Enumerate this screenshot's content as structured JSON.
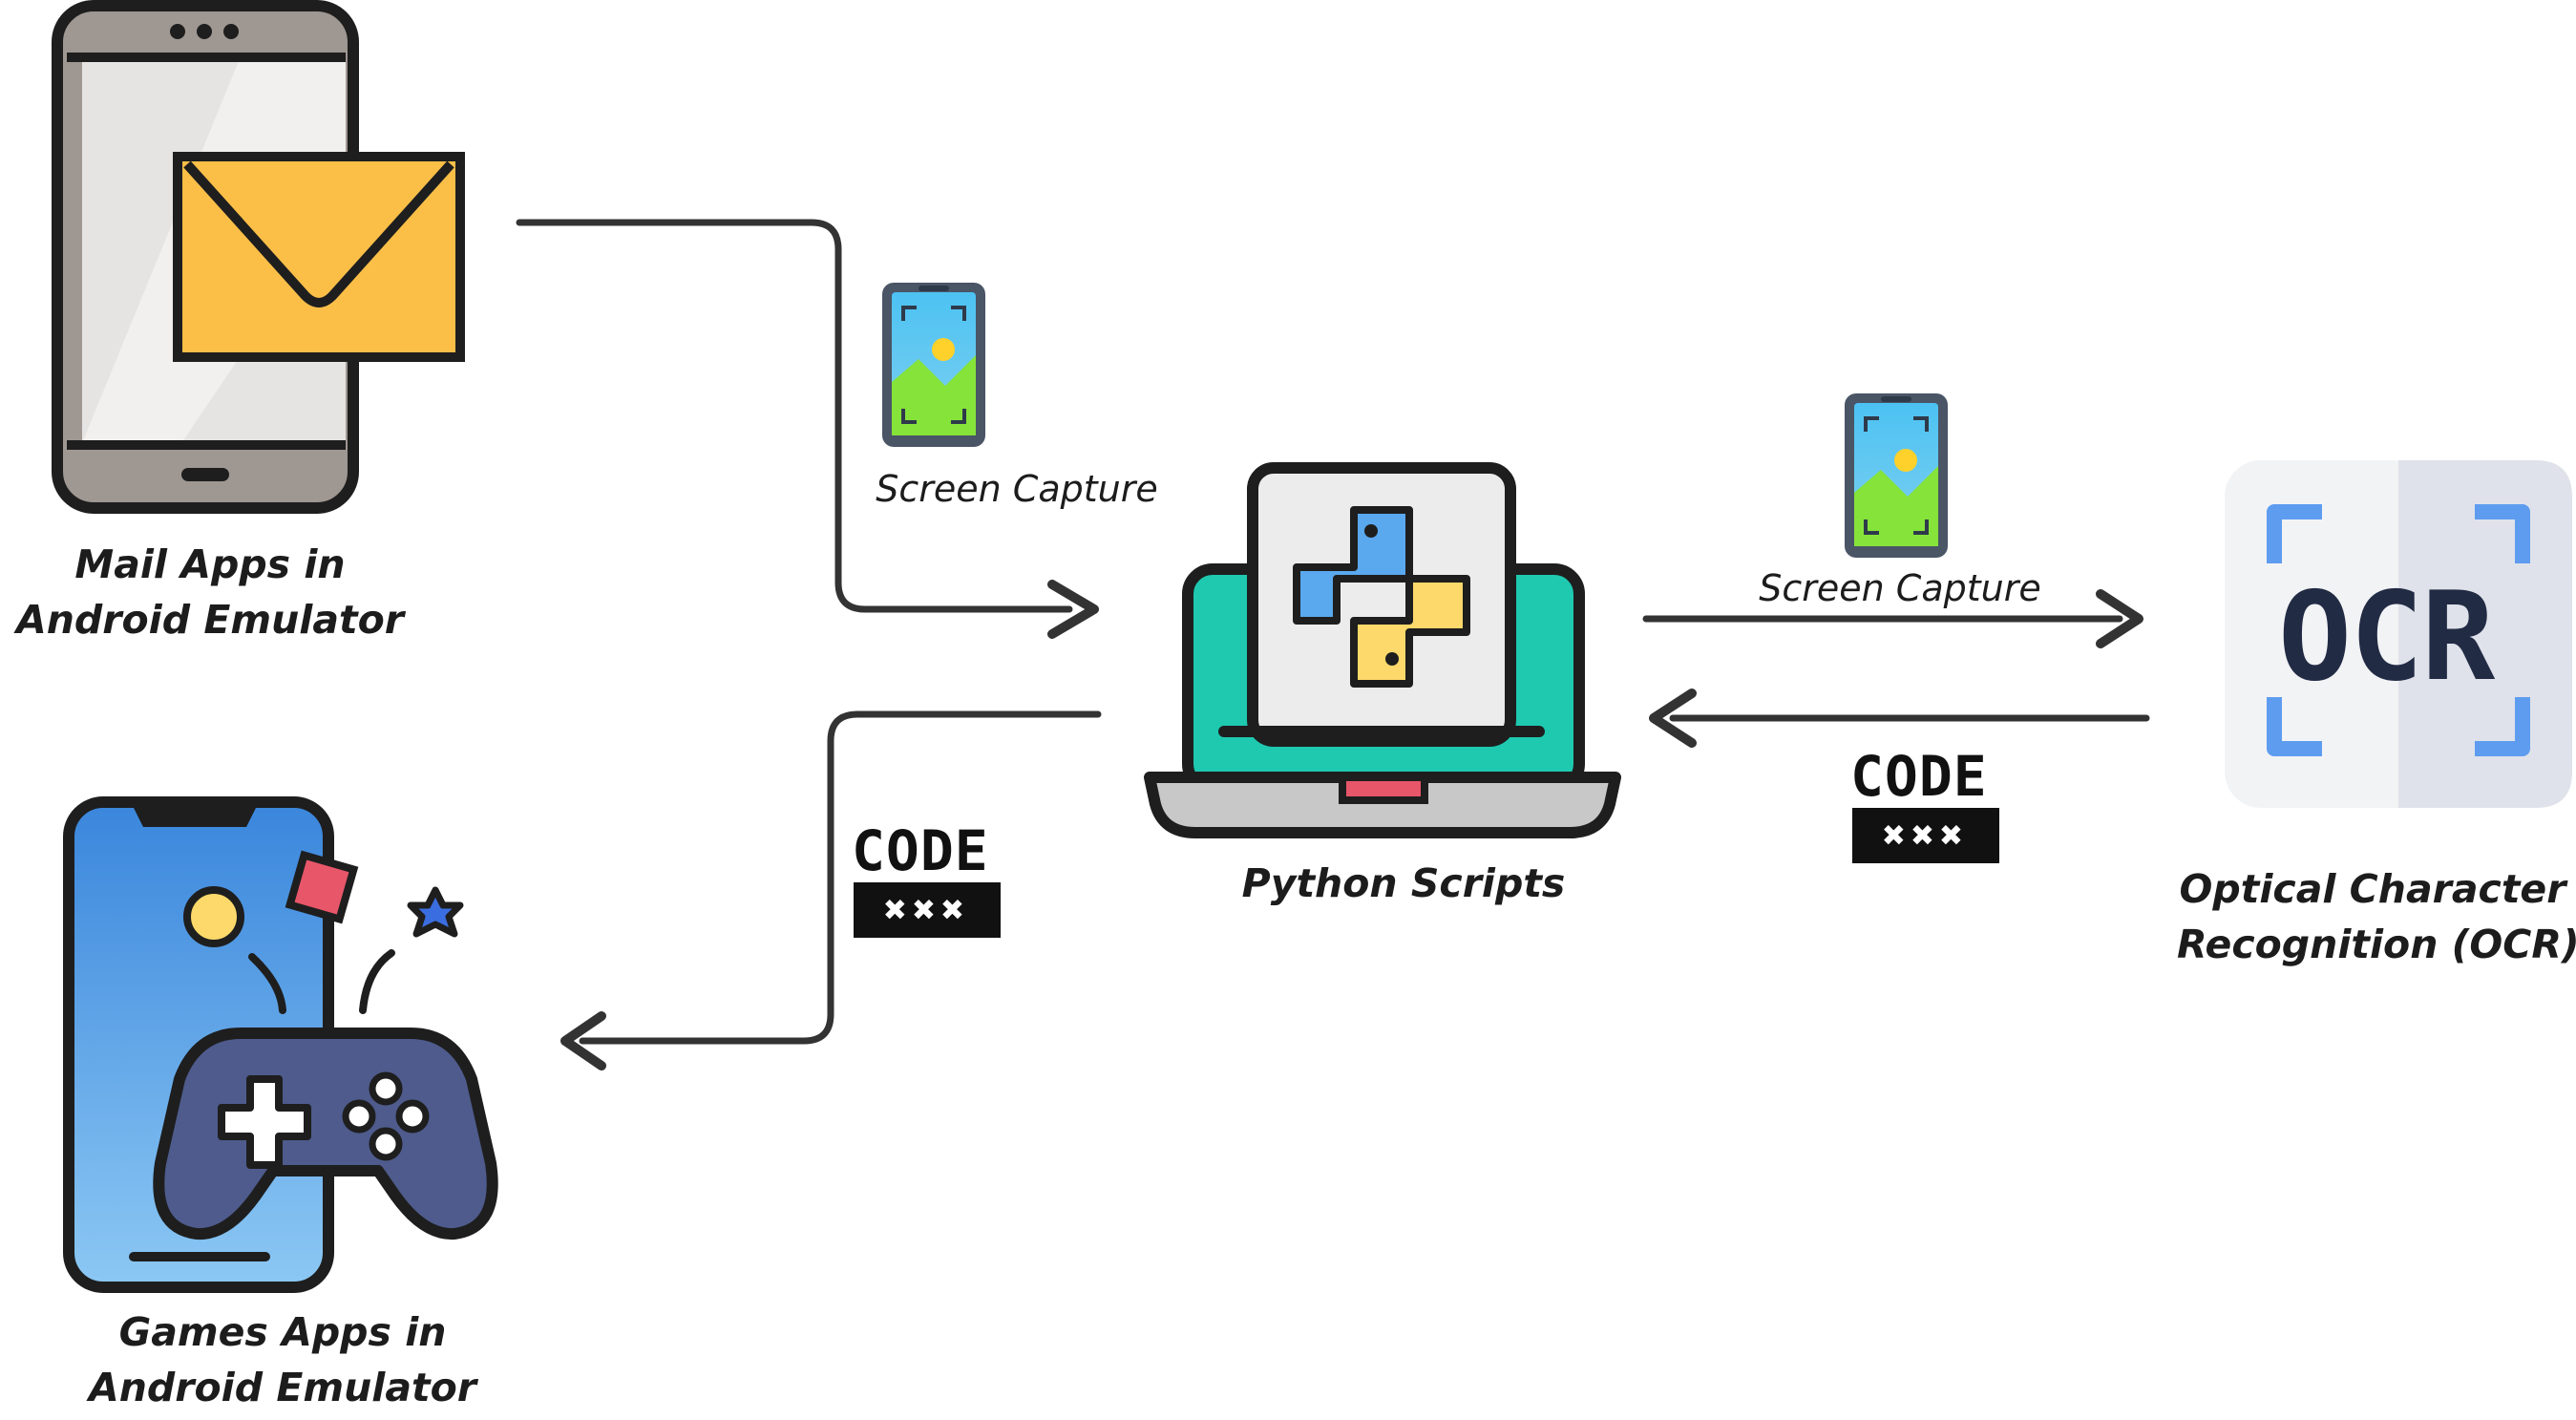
{
  "labels": {
    "mail": [
      "Mail Apps in",
      "Android Emulator"
    ],
    "games": [
      "Games Apps in",
      "Android Emulator"
    ],
    "python": "Python Scripts",
    "ocr": [
      "Optical Character",
      "Recognition (OCR)"
    ],
    "screen_capture_left": "Screen Capture",
    "screen_capture_right": "Screen Capture",
    "code_left": "CODE",
    "code_right": "CODE",
    "code_mask_left": "✖✖✖",
    "code_mask_right": "✖✖✖",
    "ocr_icon_text": "OCR"
  },
  "colors": {
    "outline": "#1e1e1e",
    "envelope": "#fbbf48",
    "phone_screen": "#e6e4e2",
    "laptop_teal": "#1ec9b0",
    "python_blue": "#5aa8ee",
    "python_yellow": "#fcd96a",
    "ocr_bg": "#e9ecf1",
    "ocr_corner": "#5e9cf0",
    "ocr_text": "#222b44",
    "game_phone": "#3c8ee0",
    "gamepad": "#4e5b8c",
    "arrow": "#333333"
  },
  "icons": [
    "mail-phone-icon",
    "envelope-icon",
    "games-phone-icon",
    "gamepad-icon",
    "laptop-icon",
    "python-logo-icon",
    "ocr-scanner-icon",
    "screenshot-phone-icon"
  ]
}
